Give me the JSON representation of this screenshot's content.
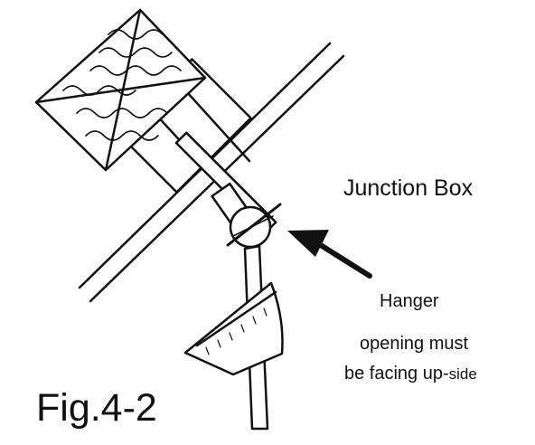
{
  "labels": {
    "junction_box": "Junction Box",
    "hanger_line1": "Hanger",
    "hanger_line2": "opening must",
    "hanger_line3_main": "be facing up-",
    "hanger_line3_small": "side",
    "figure": "Fig.4-2"
  }
}
